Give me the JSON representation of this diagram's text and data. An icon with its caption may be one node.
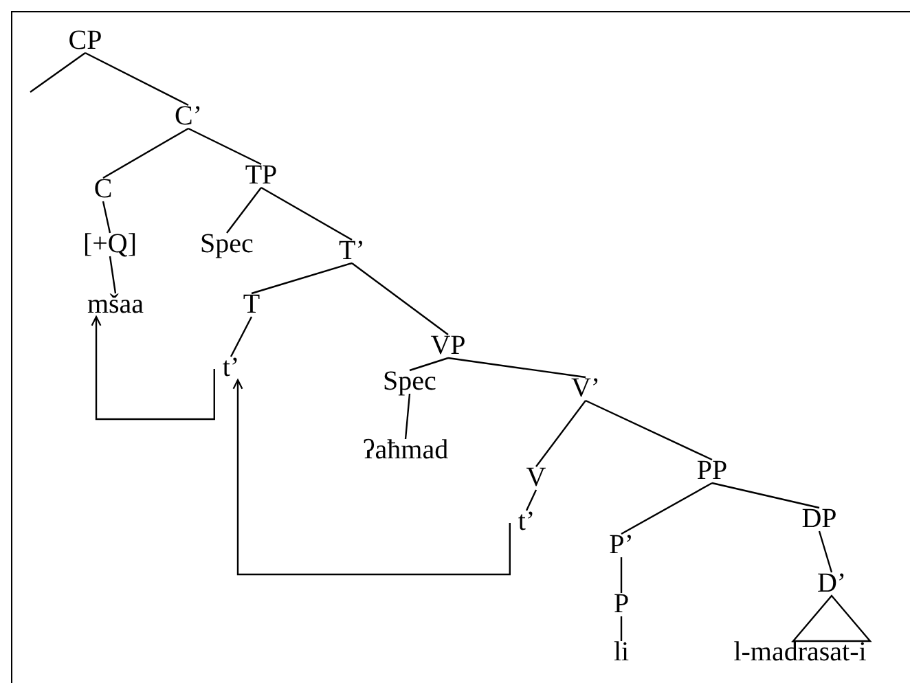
{
  "diagram": {
    "nodes": [
      {
        "text": [
          "CP"
        ]
      },
      {
        "text": [
          "C’"
        ]
      },
      {
        "text": [
          "C"
        ]
      },
      {
        "text": [
          "[+Q]"
        ]
      },
      {
        "text": [
          "mšaa"
        ]
      },
      {
        "text": [
          "TP"
        ]
      },
      {
        "text": [
          "Spec"
        ]
      },
      {
        "text": [
          "T’"
        ]
      },
      {
        "text": [
          "T"
        ]
      },
      {
        "text": [
          "t’"
        ]
      },
      {
        "text": [
          "VP"
        ]
      },
      {
        "text": [
          "Spec"
        ]
      },
      {
        "text": [
          "ʔaħmad"
        ]
      },
      {
        "text": [
          "V’"
        ]
      },
      {
        "text": [
          "V"
        ]
      },
      {
        "text": [
          "t’"
        ]
      },
      {
        "text": [
          "PP"
        ]
      },
      {
        "text": [
          "P’"
        ]
      },
      {
        "text": [
          "P"
        ]
      },
      {
        "text": [
          "li"
        ]
      },
      {
        "text": [
          "DP"
        ]
      },
      {
        "text": [
          "D’"
        ]
      },
      {
        "text": [
          "l-madrasat-i"
        ]
      }
    ],
    "edges": [
      {
        "from": 0,
        "to": null,
        "arrow": "none"
      },
      {
        "from": 0,
        "to": 1,
        "arrow": "none"
      },
      {
        "from": 1,
        "to": 2,
        "arrow": "none"
      },
      {
        "from": 1,
        "to": 5,
        "arrow": "none"
      },
      {
        "from": 2,
        "to": 3,
        "arrow": "none"
      },
      {
        "from": 3,
        "to": 4,
        "arrow": "none"
      },
      {
        "from": 5,
        "to": 6,
        "arrow": "none"
      },
      {
        "from": 5,
        "to": 7,
        "arrow": "none"
      },
      {
        "from": 7,
        "to": 8,
        "arrow": "none"
      },
      {
        "from": 8,
        "to": 9,
        "arrow": "none"
      },
      {
        "from": 7,
        "to": 10,
        "arrow": "none"
      },
      {
        "from": 10,
        "to": 11,
        "arrow": "none"
      },
      {
        "from": 11,
        "to": 12,
        "arrow": "none"
      },
      {
        "from": 10,
        "to": 13,
        "arrow": "none"
      },
      {
        "from": 13,
        "to": 14,
        "arrow": "none"
      },
      {
        "from": 14,
        "to": 15,
        "arrow": "none"
      },
      {
        "from": 13,
        "to": 16,
        "arrow": "none"
      },
      {
        "from": 16,
        "to": 17,
        "arrow": "none"
      },
      {
        "from": 17,
        "to": 18,
        "arrow": "none"
      },
      {
        "from": 18,
        "to": 19,
        "arrow": "none"
      },
      {
        "from": 16,
        "to": 20,
        "arrow": "none"
      },
      {
        "from": 20,
        "to": 21,
        "arrow": "none"
      },
      {
        "from": 21,
        "to": 22,
        "arrow": "none"
      },
      {
        "from": 9,
        "to": 4,
        "arrow": "to"
      },
      {
        "from": 15,
        "to": 9,
        "arrow": "to"
      }
    ]
  }
}
